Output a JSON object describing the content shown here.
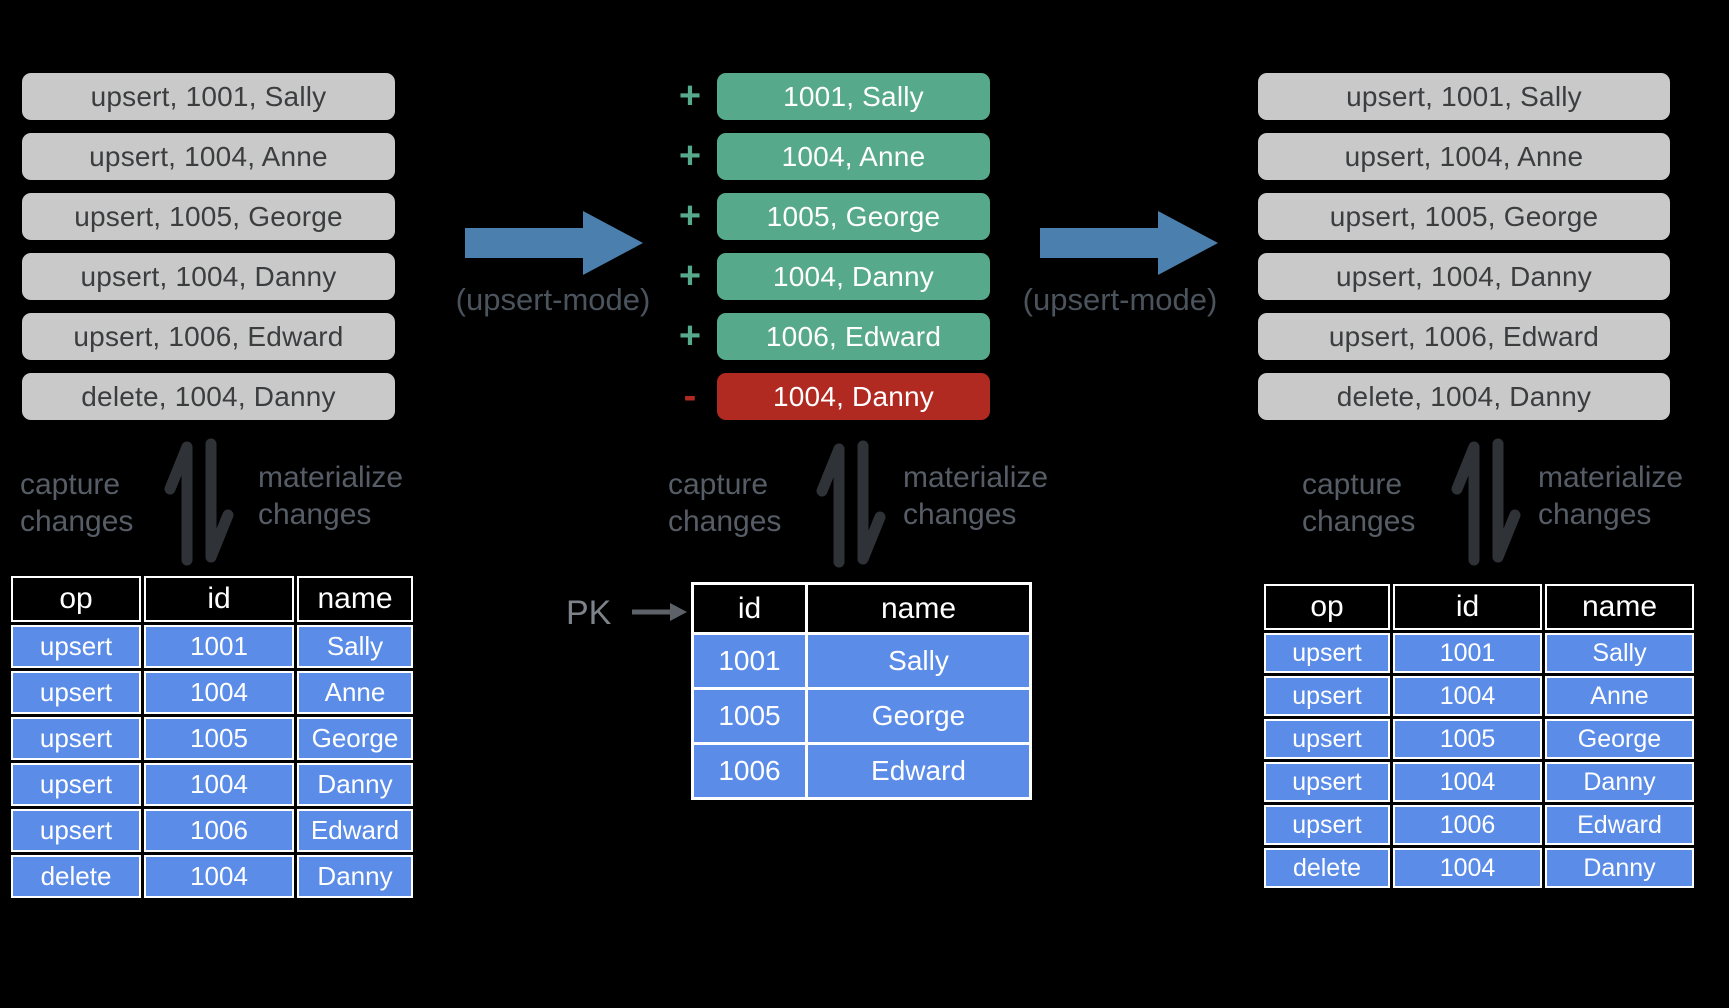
{
  "diagram": {
    "left_stream": [
      "upsert, 1001, Sally",
      "upsert, 1004, Anne",
      "upsert, 1005, George",
      "upsert, 1004, Danny",
      "upsert, 1006, Edward",
      "delete, 1004, Danny"
    ],
    "middle_stream": [
      {
        "sign": "+",
        "text": "1001, Sally"
      },
      {
        "sign": "+",
        "text": "1004, Anne"
      },
      {
        "sign": "+",
        "text": "1005, George"
      },
      {
        "sign": "+",
        "text": "1004, Danny"
      },
      {
        "sign": "+",
        "text": "1006, Edward"
      },
      {
        "sign": "-",
        "text": "1004, Danny"
      }
    ],
    "right_stream": [
      "upsert, 1001, Sally",
      "upsert, 1004, Anne",
      "upsert, 1005, George",
      "upsert, 1004, Danny",
      "upsert, 1006, Edward",
      "delete, 1004, Danny"
    ],
    "arrow_left_label": "(upsert-mode)",
    "arrow_right_label": "(upsert-mode)",
    "sync": {
      "capture": "capture\nchanges",
      "materialize": "materialize\nchanges"
    },
    "pk_label": "PK",
    "tables": {
      "left": {
        "headers": [
          "op",
          "id",
          "name"
        ],
        "rows": [
          [
            "upsert",
            "1001",
            "Sally"
          ],
          [
            "upsert",
            "1004",
            "Anne"
          ],
          [
            "upsert",
            "1005",
            "George"
          ],
          [
            "upsert",
            "1004",
            "Danny"
          ],
          [
            "upsert",
            "1006",
            "Edward"
          ],
          [
            "delete",
            "1004",
            "Danny"
          ]
        ]
      },
      "middle": {
        "headers": [
          "id",
          "name"
        ],
        "rows": [
          [
            "1001",
            "Sally"
          ],
          [
            "1005",
            "George"
          ],
          [
            "1006",
            "Edward"
          ]
        ]
      },
      "right": {
        "headers": [
          "op",
          "id",
          "name"
        ],
        "rows": [
          [
            "upsert",
            "1001",
            "Sally"
          ],
          [
            "upsert",
            "1004",
            "Anne"
          ],
          [
            "upsert",
            "1005",
            "George"
          ],
          [
            "upsert",
            "1004",
            "Danny"
          ],
          [
            "upsert",
            "1006",
            "Edward"
          ],
          [
            "delete",
            "1004",
            "Danny"
          ]
        ]
      }
    },
    "colors": {
      "stream_gray": "#c9c9c9",
      "add_green": "#57a98c",
      "remove_red": "#b02a21",
      "arrow_blue": "#4b7fad",
      "table_blue": "#5b8ce8"
    }
  }
}
